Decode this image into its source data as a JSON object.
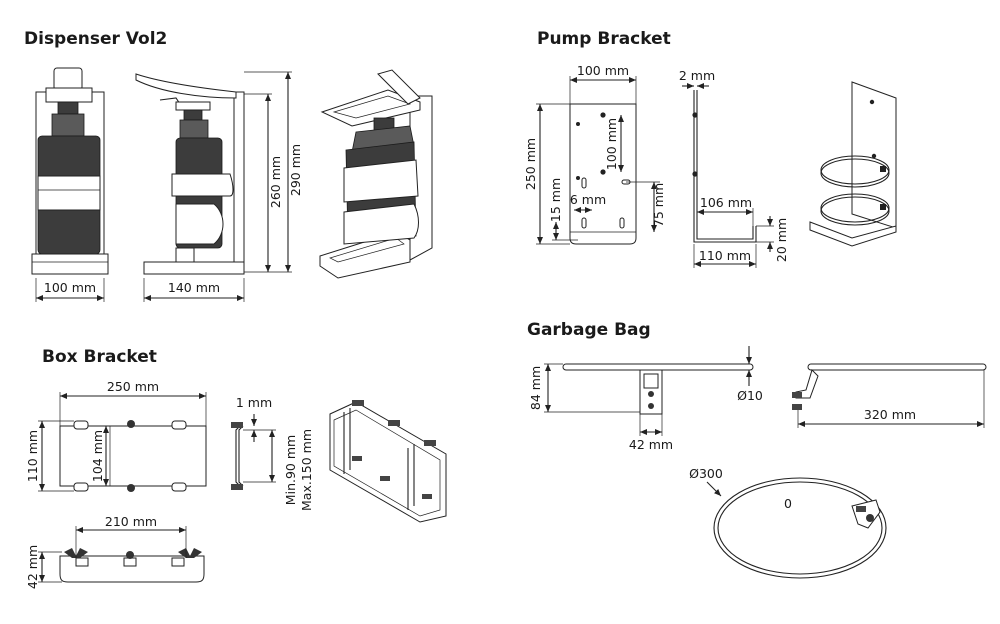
{
  "sections": {
    "dispenser": {
      "title": "Dispenser Vol2",
      "dims": {
        "width": "100 mm",
        "depth": "140 mm",
        "height_a": "260 mm",
        "height_b": "290 mm"
      }
    },
    "pump_bracket": {
      "title": "Pump Bracket",
      "dims": {
        "width": "100 mm",
        "thickness": "2 mm",
        "hole_spacing": "100 mm",
        "height": "250 mm",
        "lower_offset": "75 mm",
        "base_offset": "15 mm",
        "slot_offset": "6 mm",
        "depth_a": "106 mm",
        "depth_b": "110 mm",
        "lip": "20 mm"
      }
    },
    "box_bracket": {
      "title": "Box Bracket",
      "dims": {
        "length": "250 mm",
        "outer_height": "110 mm",
        "inner_height": "104 mm",
        "thickness": "1 mm",
        "range": "Min.90 mm\nMax.150 mm",
        "range_min": "Min.90 mm",
        "range_max": "Max.150 mm",
        "base_length": "210 mm",
        "base_height": "42 mm"
      }
    },
    "garbage_bag": {
      "title": "Garbage Bag",
      "dims": {
        "height": "84 mm",
        "rod": "Ø10",
        "clamp": "42 mm",
        "length": "320 mm",
        "diameter": "Ø300",
        "ring_mark": "0"
      }
    }
  }
}
